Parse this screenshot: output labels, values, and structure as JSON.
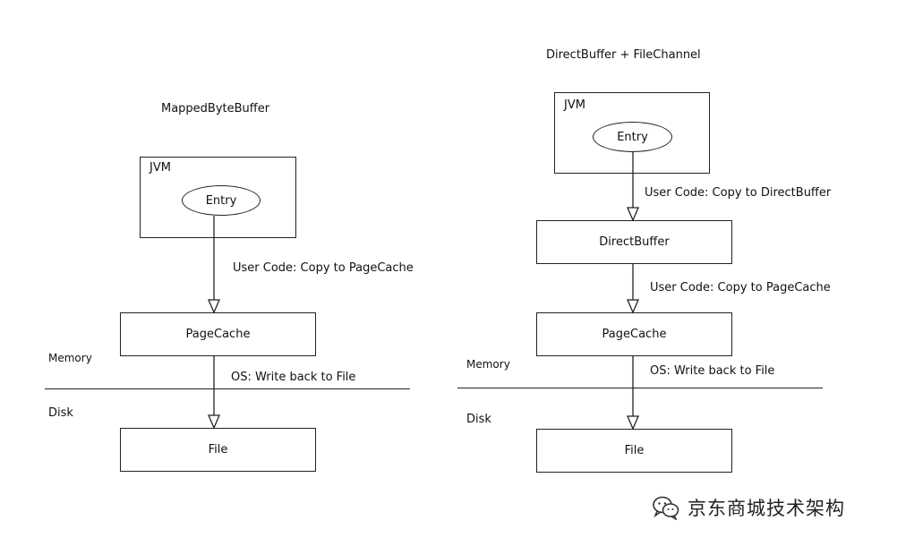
{
  "left": {
    "title": "MappedByteBuffer",
    "jvm_label": "JVM",
    "entry_label": "Entry",
    "edge_user_code": "User Code: Copy to PageCache",
    "pagecache_label": "PageCache",
    "memory_label": "Memory",
    "edge_os": "OS: Write back to File",
    "disk_label": "Disk",
    "file_label": "File"
  },
  "right": {
    "title": "DirectBuffer + FileChannel",
    "jvm_label": "JVM",
    "entry_label": "Entry",
    "edge_user_code_direct": "User Code: Copy to DirectBuffer",
    "directbuffer_label": "DirectBuffer",
    "edge_user_code_pagecache": "User Code: Copy to PageCache",
    "pagecache_label": "PageCache",
    "memory_label": "Memory",
    "edge_os": "OS: Write back to File",
    "disk_label": "Disk",
    "file_label": "File"
  },
  "watermark": {
    "text": "京东商城技术架构",
    "icon": "wechat-icon"
  }
}
